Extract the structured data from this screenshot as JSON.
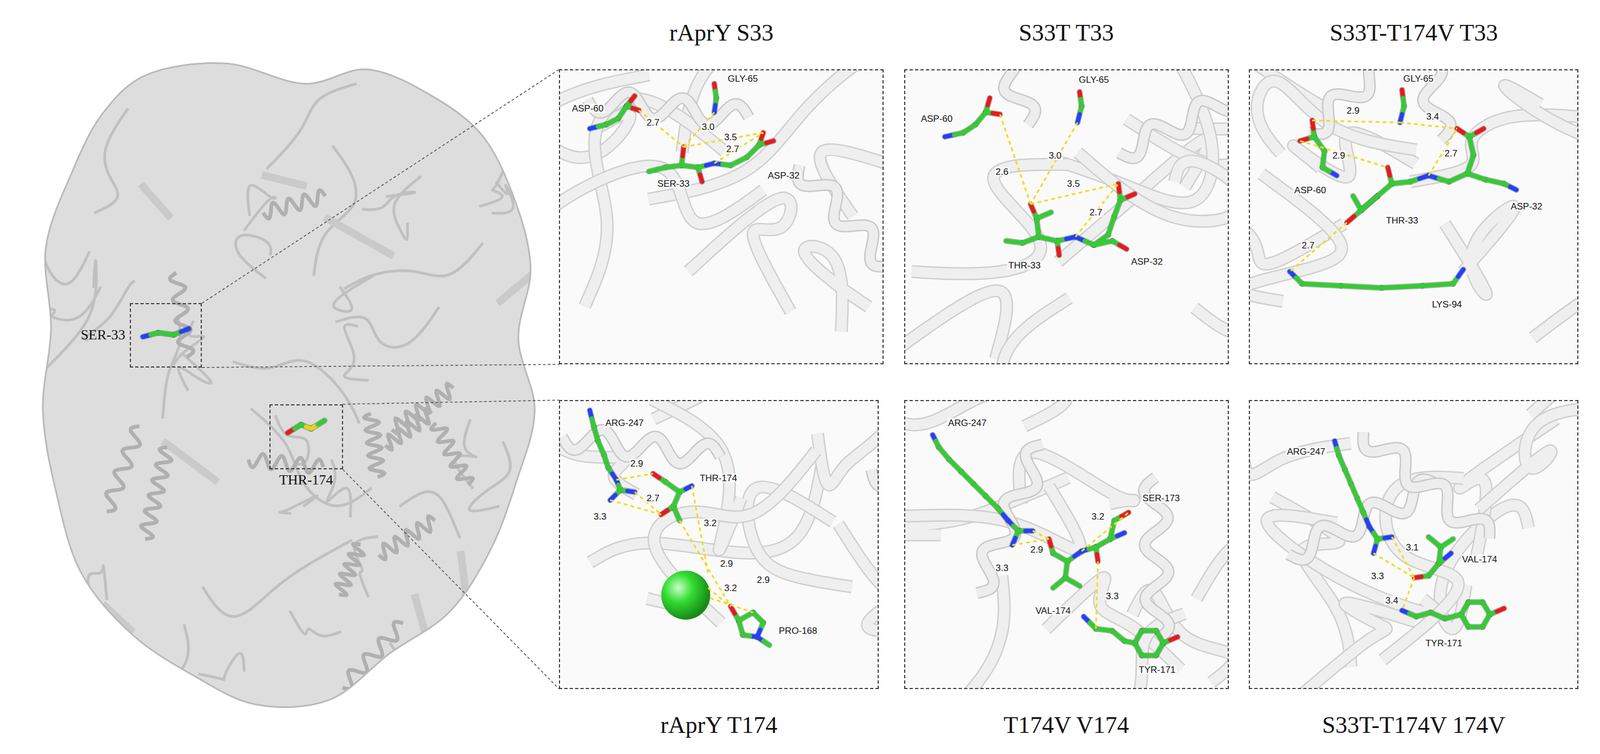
{
  "diagram": {
    "nodes": [
      {
        "text": [
          "SER-33"
        ]
      },
      {
        "text": [
          "THR-174"
        ]
      },
      {
        "text": [
          "rAprY S33"
        ]
      },
      {
        "text": [
          "S33T T33"
        ]
      },
      {
        "text": [
          "S33T-T174V T33"
        ]
      },
      {
        "text": [
          "rAprY T174"
        ]
      },
      {
        "text": [
          "T174V V174"
        ]
      },
      {
        "text": [
          "S33T-T174V 174V"
        ]
      }
    ],
    "edges": [
      {
        "from": 0,
        "to": 2,
        "arrow": "none"
      },
      {
        "from": 1,
        "to": 5,
        "arrow": "none"
      }
    ],
    "labels": [
      "ASP-60",
      "GLY-65",
      "2.7",
      "3.0",
      "3.5",
      "2.7",
      "SER-33",
      "ASP-32",
      "ASP-60",
      "GLY-65",
      "3.0",
      "3.5",
      "2.6",
      "2.7",
      "THR-33",
      "ASP-32",
      "GLY-65",
      "2.9",
      "3.4",
      "2.9",
      "2.7",
      "ASP-60",
      "THR-33",
      "ASP-32",
      "2.7",
      "LYS-94",
      "ARG-247",
      "2.9",
      "3.3",
      "2.7",
      "THR-174",
      "3.2",
      "2.9",
      "3.2",
      "2.9",
      "PRO-168",
      "ARG-247",
      "SER-173",
      "2.9",
      "3.2",
      "3.3",
      "VAL-174",
      "3.3",
      "TYR-171",
      "ARG-247",
      "3.1",
      "VAL-174",
      "3.3",
      "3.4",
      "TYR-171"
    ]
  }
}
